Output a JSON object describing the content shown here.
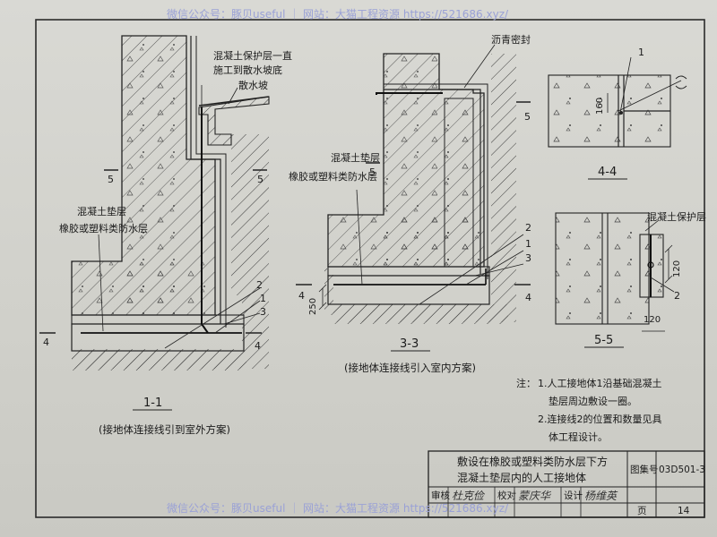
{
  "watermark": {
    "top": "微信公众号：豚贝useful ｜ 网站：大猫工程资源 https://521686.xyz/",
    "bottom": "微信公众号：豚贝useful ｜ 网站：大猫工程资源 https://521686.xyz/"
  },
  "section_1_1": {
    "label_protect_1": "混凝土保护层一直",
    "label_protect_2": "施工到散水坡底",
    "label_apron": "散水坡",
    "label_cushion": "混凝土垫层",
    "label_membrane": "橡胶或塑料类防水层",
    "cut_marks": [
      "5",
      "5",
      "4",
      "4"
    ],
    "callouts": [
      "2",
      "1",
      "3"
    ],
    "title": "1-1",
    "caption": "(接地体连接线引到室外方案)"
  },
  "section_3_3": {
    "label_asphalt": "沥青密封",
    "label_cushion": "混凝土垫层",
    "label_membrane": "橡胶或塑料类防水层",
    "cut_marks": [
      "5",
      "5",
      "4",
      "4"
    ],
    "callouts": [
      "2",
      "1",
      "3"
    ],
    "dimension": "250",
    "title": "3-3",
    "caption": "(接地体连接线引入室内方案)"
  },
  "section_4_4": {
    "callout": "1",
    "dimension": "160",
    "title": "4-4"
  },
  "section_5_5": {
    "label_protect": "混凝土保护层",
    "dim_vertical": "120",
    "dim_horizontal": "120",
    "callout": "2",
    "title": "5-5"
  },
  "notes": {
    "heading": "注：",
    "line1": "1.人工接地体1沿基础混凝土",
    "line1b": "垫层周边敷设一圈。",
    "line2": "2.连接线2的位置和数量见具",
    "line2b": "体工程设计。"
  },
  "title_block": {
    "title_line1": "敷设在橡胶或塑料类防水层下方",
    "title_line2": "混凝土垫层内的人工接地体",
    "atlas_label": "图集号",
    "atlas_no": "03D501-3",
    "review_label": "审核",
    "review_sign": "杜克俭",
    "check_label": "校对",
    "check_sign": "蒙庆华",
    "design_label": "设计",
    "design_sign": "杨维英",
    "page_label": "页",
    "page_no": "14"
  }
}
